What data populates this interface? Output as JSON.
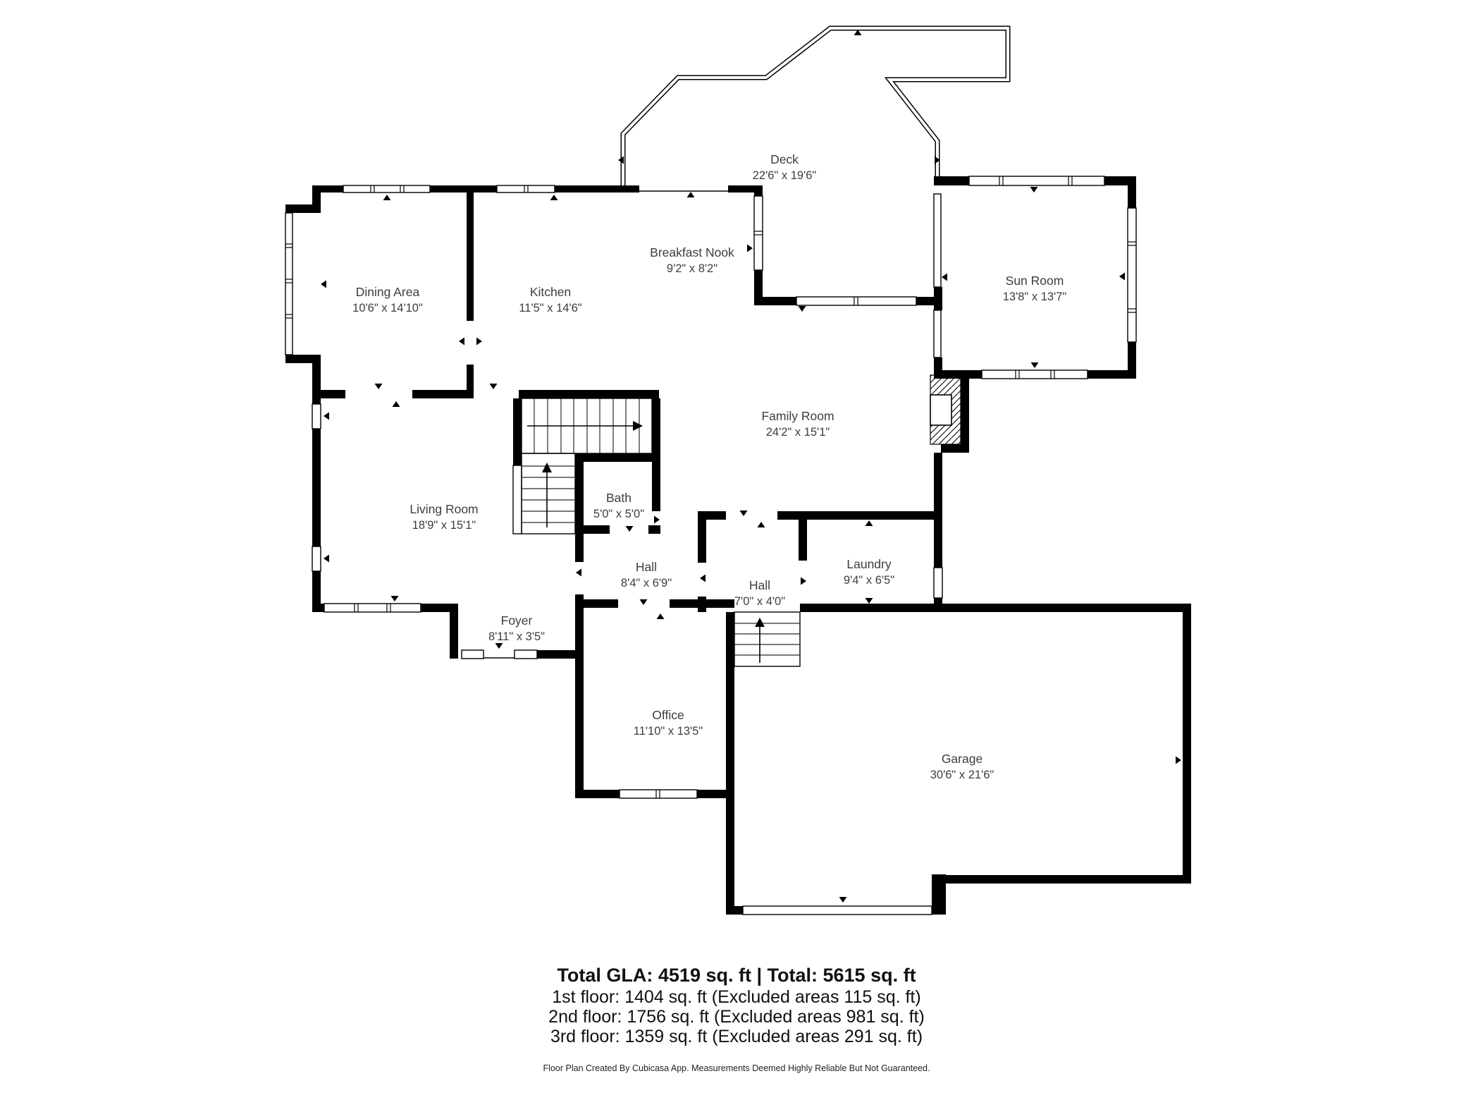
{
  "rooms": [
    {
      "name": "Dining Area",
      "dims": "10'6\" x 14'10\""
    },
    {
      "name": "Kitchen",
      "dims": "11'5\" x 14'6\""
    },
    {
      "name": "Breakfast Nook",
      "dims": "9'2\" x 8'2\""
    },
    {
      "name": "Deck",
      "dims": "22'6\" x 19'6\""
    },
    {
      "name": "Sun Room",
      "dims": "13'8\" x 13'7\""
    },
    {
      "name": "Family Room",
      "dims": "24'2\" x 15'1\""
    },
    {
      "name": "Living Room",
      "dims": "18'9\" x 15'1\""
    },
    {
      "name": "Bath",
      "dims": "5'0\" x 5'0\""
    },
    {
      "name": "Hall",
      "dims": "8'4\" x 6'9\""
    },
    {
      "name": "Hall",
      "dims": "7'0\" x 4'0\""
    },
    {
      "name": "Laundry",
      "dims": "9'4\" x 6'5\""
    },
    {
      "name": "Foyer",
      "dims": "8'11\" x 3'5\""
    },
    {
      "name": "Office",
      "dims": "11'10\" x 13'5\""
    },
    {
      "name": "Garage",
      "dims": "30'6\" x 21'6\""
    }
  ],
  "summary": {
    "total": "Total GLA: 4519 sq. ft | Total: 5615 sq. ft",
    "floors": [
      "1st floor: 1404 sq. ft (Excluded areas 115 sq. ft)",
      "2nd floor: 1756 sq. ft (Excluded areas 981 sq. ft)",
      "3rd floor: 1359 sq. ft (Excluded areas 291 sq. ft)"
    ],
    "disclaimer": "Floor Plan Created By Cubicasa App. Measurements Deemed Highly Reliable But Not Guaranteed."
  },
  "colors": {
    "wall": "#000000",
    "label": "#3d3d3d",
    "text": "#111111"
  }
}
